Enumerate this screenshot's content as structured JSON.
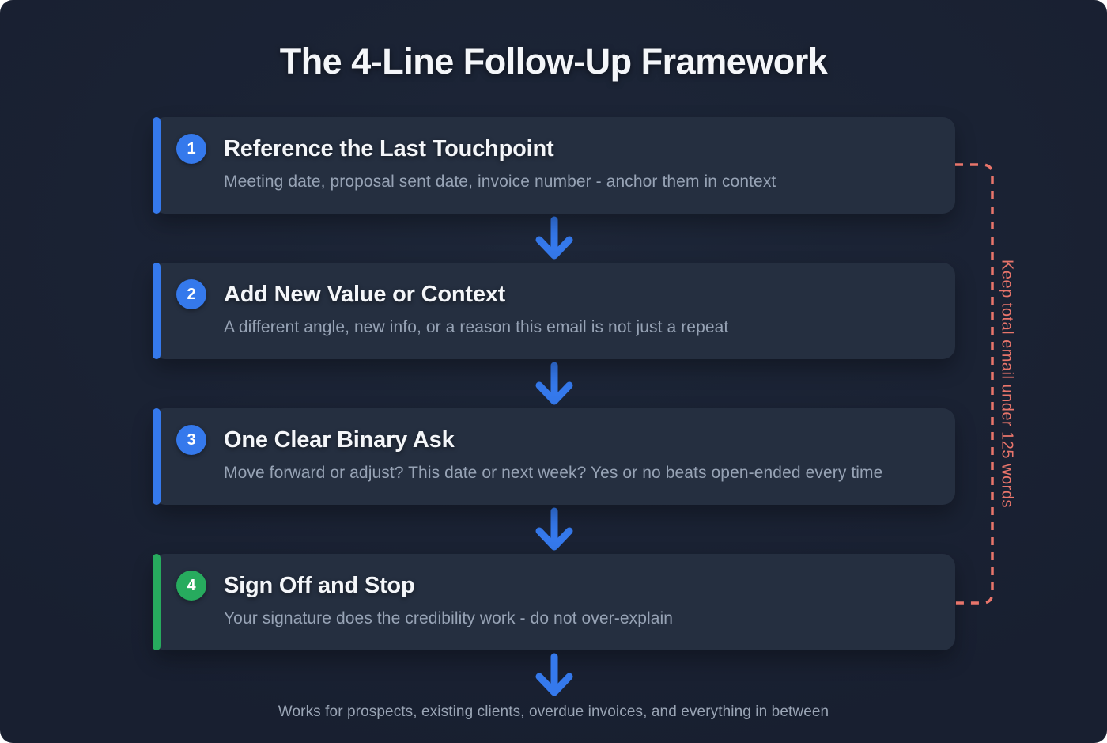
{
  "title": "The 4-Line Follow-Up Framework",
  "steps": [
    {
      "number": "1",
      "heading": "Reference the Last Touchpoint",
      "description": "Meeting date, proposal sent date, invoice number - anchor them in context",
      "accent_color": "#3579ec"
    },
    {
      "number": "2",
      "heading": "Add New Value or Context",
      "description": "A different angle, new info, or a reason this email is not just a repeat",
      "accent_color": "#3579ec"
    },
    {
      "number": "3",
      "heading": "One Clear Binary Ask",
      "description": "Move forward or adjust? This date or next week? Yes or no beats open-ended every time",
      "accent_color": "#3579ec"
    },
    {
      "number": "4",
      "heading": "Sign Off and Stop",
      "description": "Your signature does the credibility work - do not over-explain",
      "accent_color": "#27ab5e"
    }
  ],
  "annotation": {
    "label": "Keep total email under 125 words",
    "color": "#e8756b"
  },
  "footer": "Works for prospects, existing clients, overdue invoices, and everything in between",
  "colors": {
    "background": "#181f30",
    "card": "#252f40",
    "accent_blue": "#3579ec",
    "accent_green": "#27ab5e",
    "arrow": "#3579ec",
    "heading_text": "#f4f6f9",
    "body_text": "#97a3b5",
    "footer_text": "#9aa5b5"
  }
}
